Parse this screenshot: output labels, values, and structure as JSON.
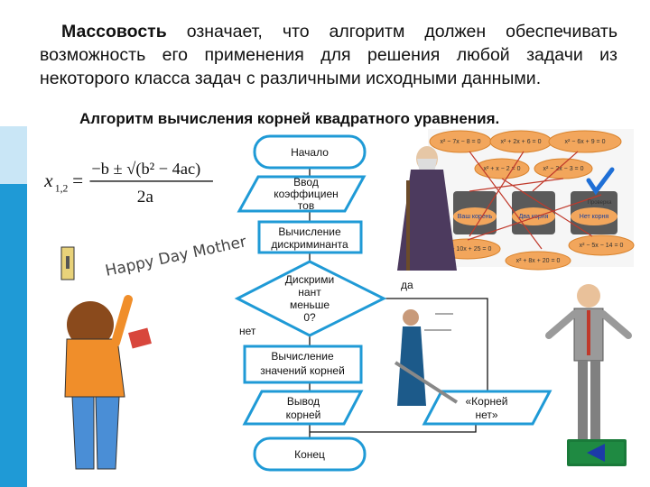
{
  "slide": {
    "text_bold": "Массовость",
    "text_rest": " означает, что алгоритм должен обеспечивать возможность его применения для решения любой задачи из некоторого класса задач с различными исходными данными.",
    "subtitle": "Алгоритм вычисления корней квадратного уравнения."
  },
  "formula": {
    "lhs": "x",
    "sub": "1,2",
    "numerator": "−b ± √(b² − 4ac)",
    "denominator": "2a"
  },
  "flowchart": {
    "start": "Начало",
    "input": [
      "Ввод",
      "коэффициен",
      "тов"
    ],
    "process1": [
      "Вычисление",
      "дискриминанта"
    ],
    "decision": [
      "Дискрими",
      "нант",
      "меньше",
      "0?"
    ],
    "process2": [
      "Вычисление",
      "значений корней"
    ],
    "output1": [
      "Вывод",
      "корней"
    ],
    "output2": [
      "«Корней",
      "нет»"
    ],
    "end": "Конец",
    "yes_label": "да",
    "no_label": "нет"
  },
  "board": {
    "equations": [
      "x² − 7x − 8 = 0",
      "x² + 2x + 6 = 0",
      "x² − 6x + 9 = 0",
      "x² + x − 2 = 0",
      "x² − 2x − 3 = 0",
      "x² − 10x + 25 = 0",
      "x² + 8x + 20 = 0",
      "x² − 5x − 14 = 0"
    ],
    "towers": [
      "Ваш корень",
      "Два корня",
      "Нет корня"
    ],
    "stamp": "Проверка"
  },
  "doodle": "Happy Day Mother",
  "colors": {
    "sidebar_top": "#ffffff",
    "sidebar_blue": "#1f9ad6",
    "sidebar_light": "#c9e6f6",
    "flow_border": "#1f9ad6",
    "back_button": "#1a7a3a",
    "back_arrow": "#1c3aa8"
  },
  "icons": [
    "back-arrow-icon"
  ]
}
